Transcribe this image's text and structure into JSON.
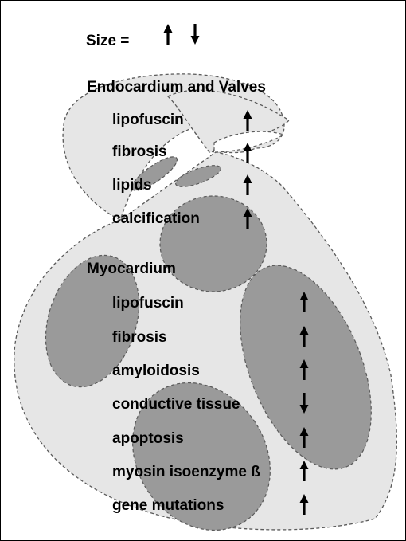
{
  "size_legend": {
    "label": "Size  =",
    "arrows": [
      "increase",
      "decrease"
    ]
  },
  "sections": [
    {
      "heading": "Endocardium and Valves",
      "items": [
        {
          "label": "lipofuscin",
          "change": "increase"
        },
        {
          "label": "fibrosis",
          "change": "increase"
        },
        {
          "label": "lipids",
          "change": "increase"
        },
        {
          "label": "calcification",
          "change": "increase"
        }
      ]
    },
    {
      "heading": "Myocardium",
      "items": [
        {
          "label": "lipofuscin",
          "change": "increase"
        },
        {
          "label": "fibrosis",
          "change": "increase"
        },
        {
          "label": "amyloidosis",
          "change": "increase"
        },
        {
          "label": "conductive tissue",
          "change": "decrease"
        },
        {
          "label": "apoptosis",
          "change": "increase"
        },
        {
          "label": "myosin isoenzyme ß",
          "change": "increase"
        },
        {
          "label": "gene mutations",
          "change": "increase"
        }
      ]
    }
  ],
  "colors": {
    "heart_fill": "#e6e6e6",
    "region_fill": "#9a9a9a",
    "outline": "#5a5a5a",
    "text": "#000000",
    "arrow": "#000000"
  }
}
